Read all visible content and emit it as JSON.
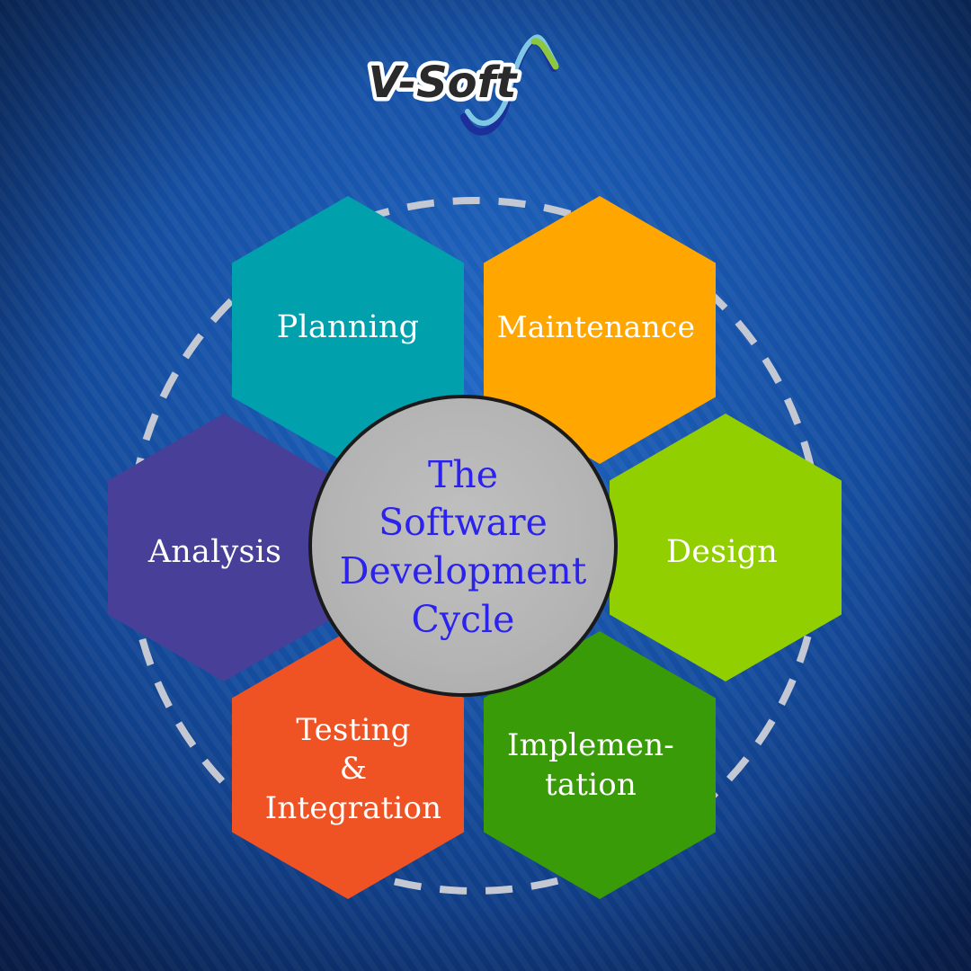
{
  "logo": {
    "text": "V-Soft"
  },
  "center": {
    "title_lines": [
      "The",
      "Software",
      "Development",
      "Cycle"
    ]
  },
  "stages": {
    "planning": {
      "lines": [
        "Planning"
      ]
    },
    "maintenance": {
      "lines": [
        "Maintenance"
      ]
    },
    "analysis": {
      "lines": [
        "Analysis"
      ]
    },
    "design": {
      "lines": [
        "Design"
      ]
    },
    "testing": {
      "lines": [
        "Testing",
        "&",
        "Integration"
      ]
    },
    "implementation": {
      "lines": [
        "Implemen-",
        "tation"
      ]
    }
  },
  "colors": {
    "background_dark": "#0b2a66",
    "background_light": "#1f66c4",
    "planning": "#00a0ad",
    "maintenance": "#ffa600",
    "analysis": "#473f98",
    "design": "#92cf00",
    "testing": "#f05323",
    "implementation": "#3a9b08",
    "center_fill": "#b8b8b8",
    "center_text": "#2b22ee",
    "dashed_ring": "#c4c8d2"
  }
}
